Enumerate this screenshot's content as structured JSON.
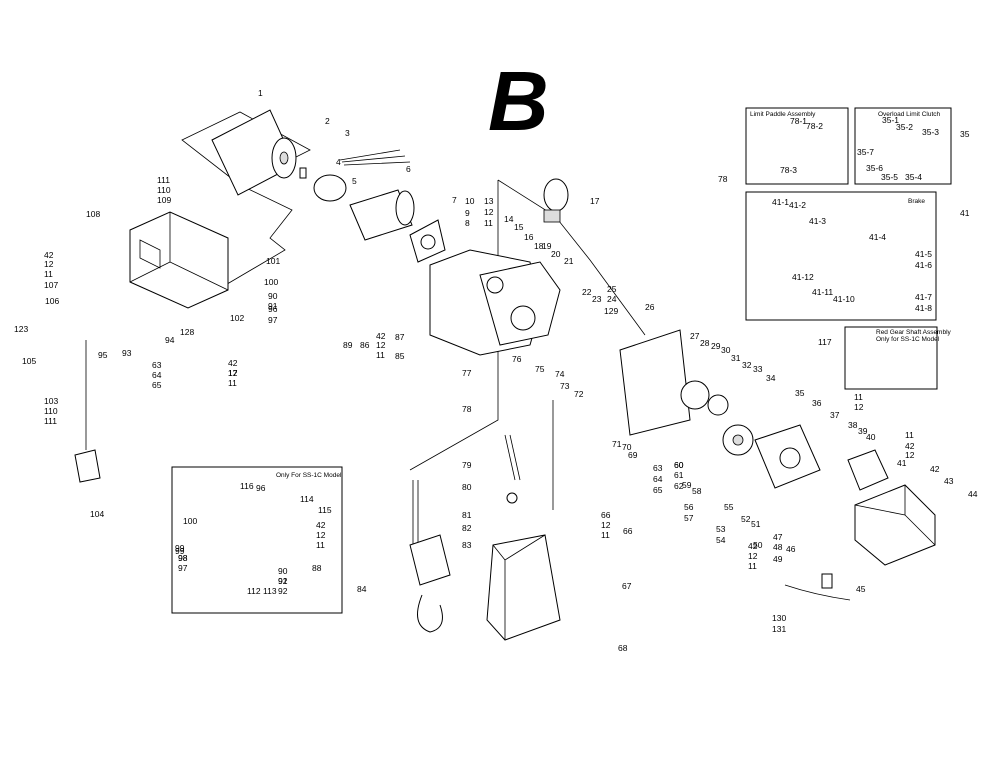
{
  "section": "B",
  "insets": {
    "limit_paddle": "Limit Paddle Assembly",
    "overload_clutch": "Overload Limit Clutch",
    "brake": "Brake",
    "red_gear_1": "Red Gear Shaft Assembly",
    "red_gear_2": "Only for SS-1C Model",
    "ss1c": "Only For SS-1C Model"
  },
  "labels": [
    "1",
    "2",
    "3",
    "4",
    "5",
    "6",
    "7",
    "8",
    "9",
    "10",
    "11",
    "12",
    "13",
    "14",
    "15",
    "16",
    "17",
    "18",
    "19",
    "20",
    "21",
    "22",
    "23",
    "24",
    "25",
    "26",
    "27",
    "28",
    "29",
    "30",
    "31",
    "32",
    "33",
    "34",
    "35",
    "36",
    "37",
    "38",
    "39",
    "40",
    "41",
    "42",
    "43",
    "44",
    "45",
    "46",
    "47",
    "48",
    "49",
    "50",
    "51",
    "52",
    "53",
    "54",
    "55",
    "56",
    "57",
    "58",
    "59",
    "60",
    "61",
    "62",
    "63",
    "64",
    "65",
    "66",
    "67",
    "68",
    "69",
    "70",
    "71",
    "72",
    "73",
    "74",
    "75",
    "76",
    "77",
    "78",
    "79",
    "80",
    "81",
    "82",
    "83",
    "84",
    "85",
    "86",
    "87",
    "88",
    "89",
    "90",
    "91",
    "92",
    "93",
    "94",
    "95",
    "96",
    "97",
    "98",
    "99",
    "100",
    "101",
    "102",
    "103",
    "104",
    "105",
    "106",
    "107",
    "108",
    "109",
    "110",
    "111",
    "112",
    "113",
    "114",
    "115",
    "116",
    "117",
    "123",
    "128",
    "129",
    "130",
    "131",
    "35-1",
    "35-2",
    "35-3",
    "35-4",
    "35-5",
    "35-6",
    "35-7",
    "41-1",
    "41-2",
    "41-3",
    "41-4",
    "41-5",
    "41-6",
    "41-7",
    "41-8",
    "41-10",
    "41-11",
    "41-12",
    "78-1",
    "78-2",
    "78-3"
  ]
}
